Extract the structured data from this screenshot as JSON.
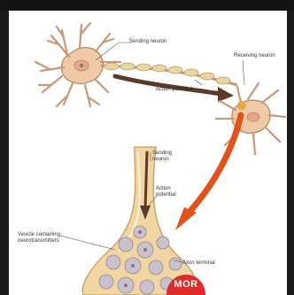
{
  "labels": {
    "sending_neuron_top": "Sending neuron",
    "receiving_neuron": "Receiving neuron",
    "action_potential_top": "Action potential",
    "sending_neuron_detail": "Sending neuron",
    "action_potential_detail": "Action potential",
    "vesicle": "Vesicle containing neurotransmitters",
    "axon_terminal": "Axon terminal"
  },
  "logo_text": "MOR",
  "colors": {
    "neuron_body": "#f0c9a6",
    "neuron_outline": "#b4825c",
    "nucleus": "#e2a88a",
    "myelin": "#e9d5a0",
    "arrow_dark": "#5a3a2a",
    "arrow_orange": "#e4521b",
    "terminal_fill": "#f1d6a3",
    "vesicle": "#c9c2cc",
    "synapse_glow": "#e8a534",
    "logo": "#e02b2b"
  }
}
